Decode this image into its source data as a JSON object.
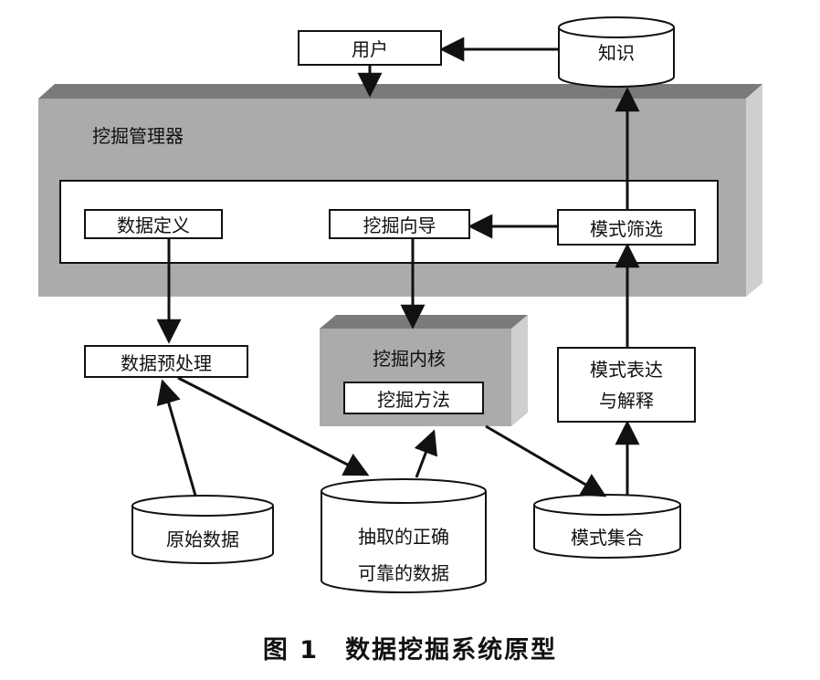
{
  "nodes": {
    "user": "用户",
    "knowledge": "知识",
    "manager": "挖掘管理器",
    "data_definition": "数据定义",
    "mining_guide": "挖掘向导",
    "pattern_filter": "模式筛选",
    "data_preprocess": "数据预处理",
    "mining_kernel": "挖掘内核",
    "mining_method": "挖掘方法",
    "pattern_expr_line1": "模式表达",
    "pattern_expr_line2": "与解释",
    "raw_data": "原始数据",
    "extracted_line1": "抽取的正确",
    "extracted_line2": "可靠的数据",
    "pattern_set": "模式集合"
  },
  "caption": "图 1　数据挖掘系统原型"
}
